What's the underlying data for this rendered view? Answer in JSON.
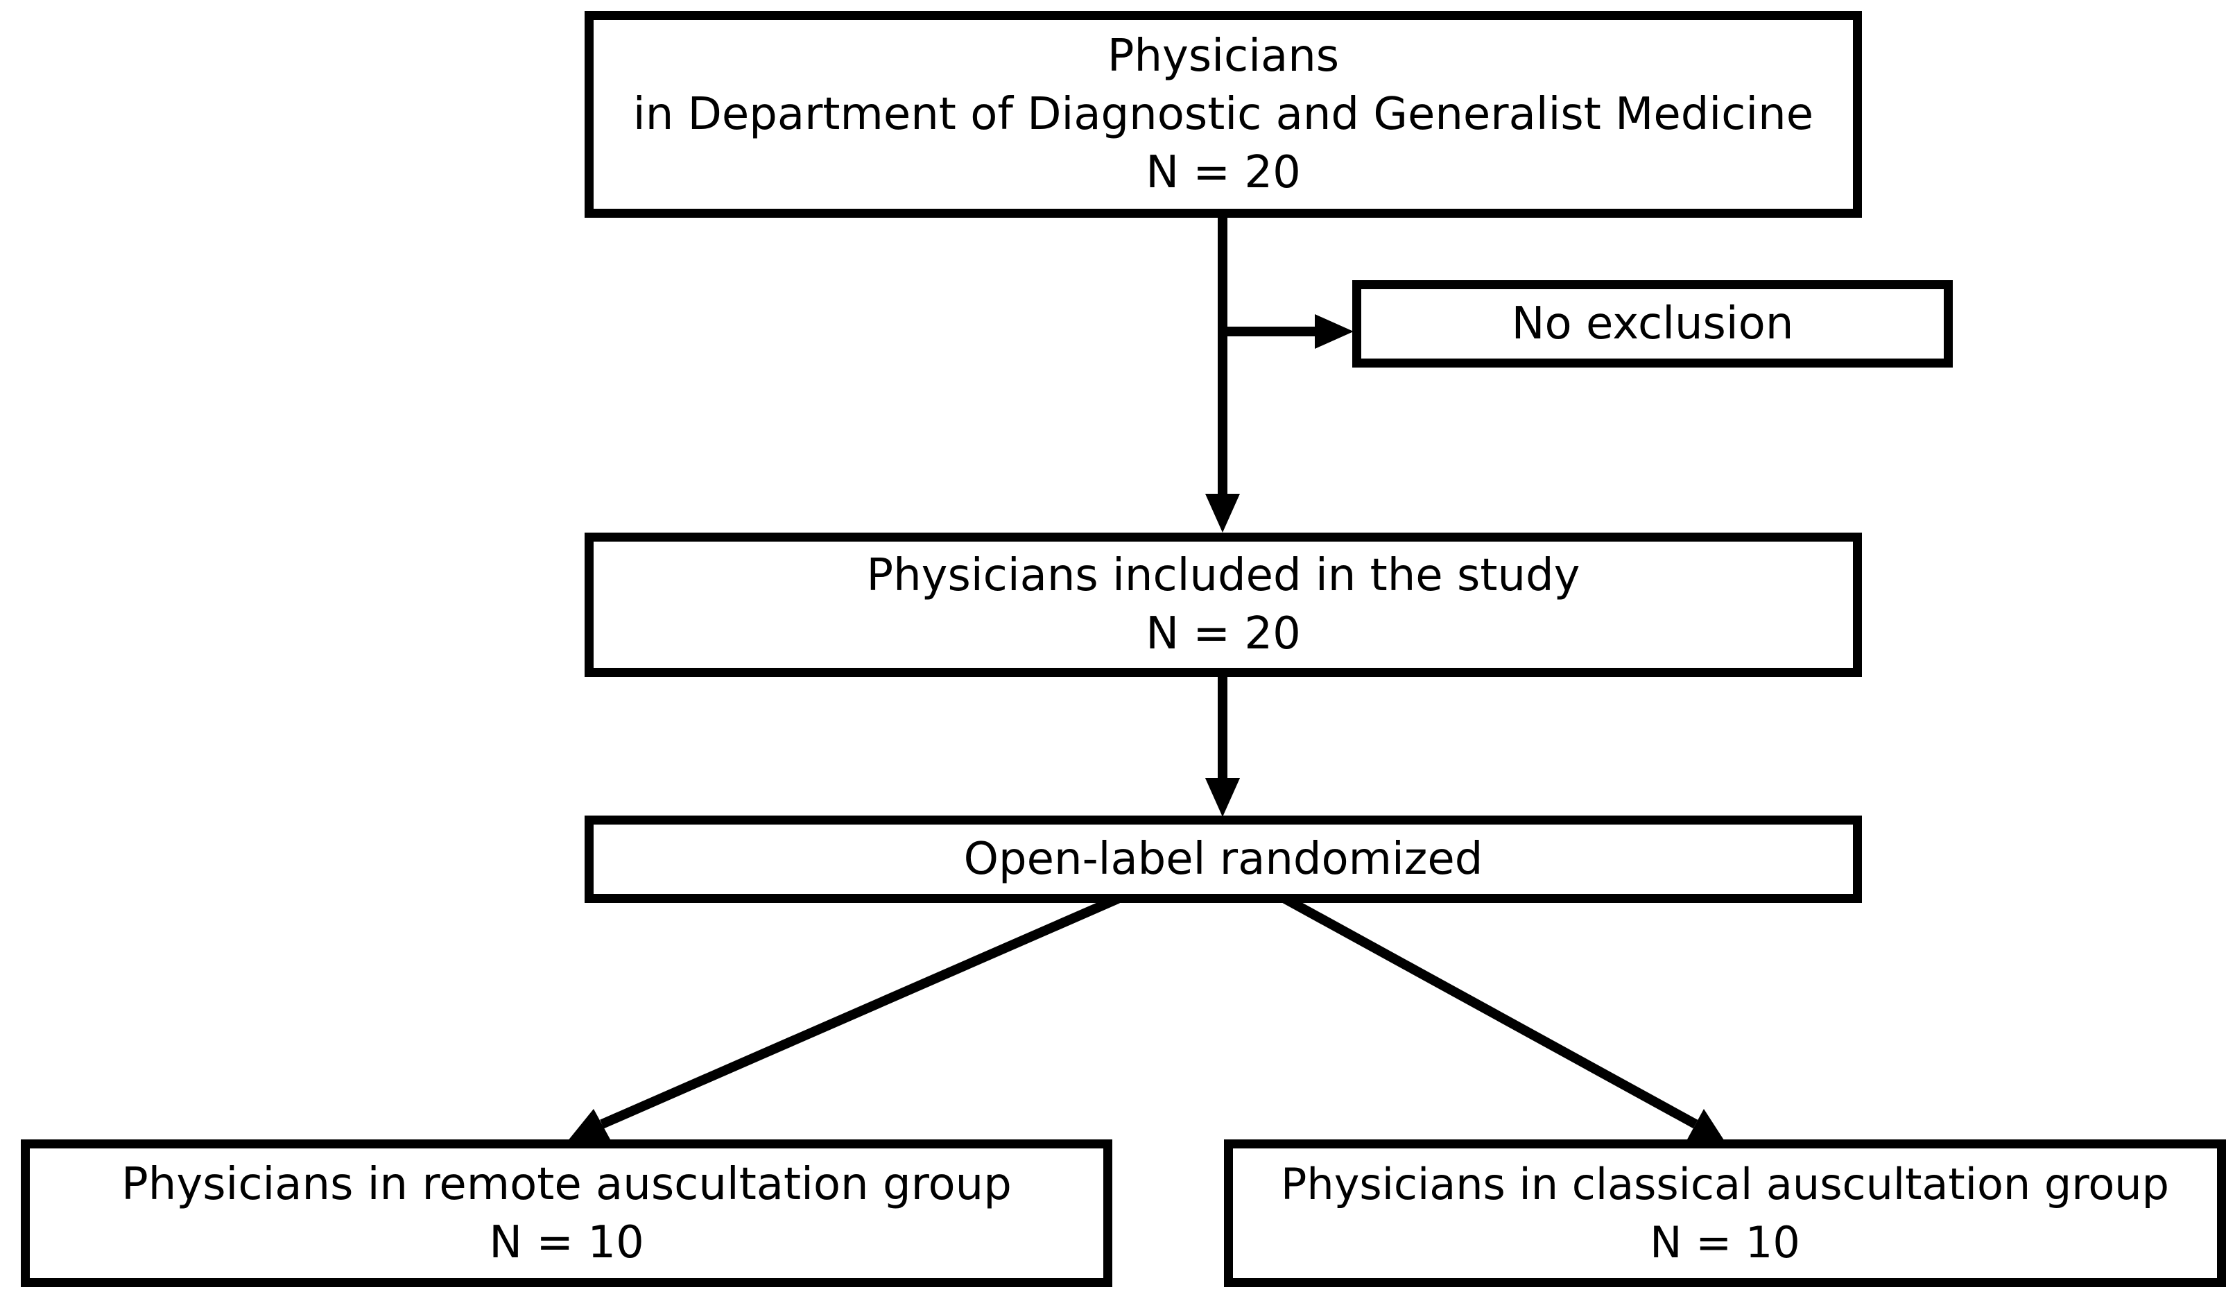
{
  "diagram": {
    "boxes": {
      "source": {
        "line1": "Physicians",
        "line2": "in Department of Diagnostic and Generalist Medicine",
        "count": "N = 20"
      },
      "exclusion": {
        "label": "No exclusion"
      },
      "included": {
        "label": "Physicians included in the study",
        "count": "N = 20"
      },
      "randomization": {
        "label": "Open-label randomized"
      },
      "remote_group": {
        "label": "Physicians in remote auscultation group",
        "count": "N = 10"
      },
      "classical_group": {
        "label": "Physicians in classical auscultation group",
        "count": "N = 10"
      }
    },
    "colors": {
      "stroke": "#000000",
      "background": "#ffffff"
    }
  }
}
